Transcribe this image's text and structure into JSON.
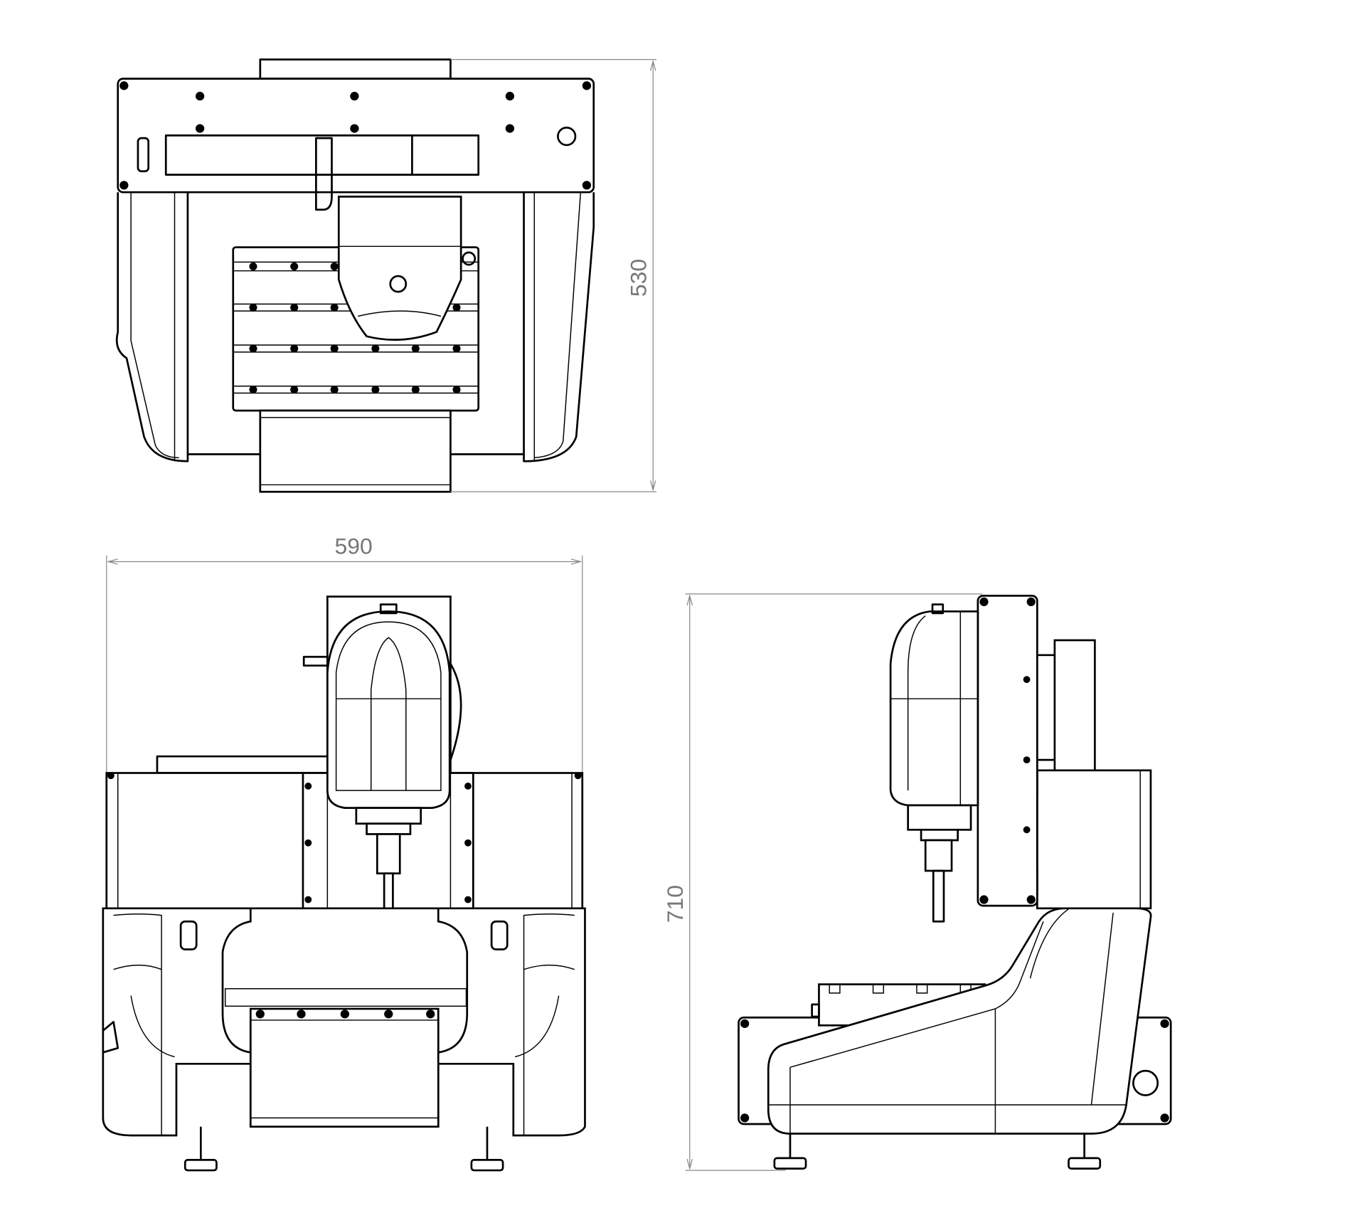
{
  "drawing": {
    "views": [
      "top",
      "front",
      "side"
    ],
    "dimensions": {
      "depth": "530",
      "width": "590",
      "height": "710"
    },
    "colors": {
      "line": "#000000",
      "dimension": "#888888",
      "dimension_text": "#777777"
    }
  }
}
